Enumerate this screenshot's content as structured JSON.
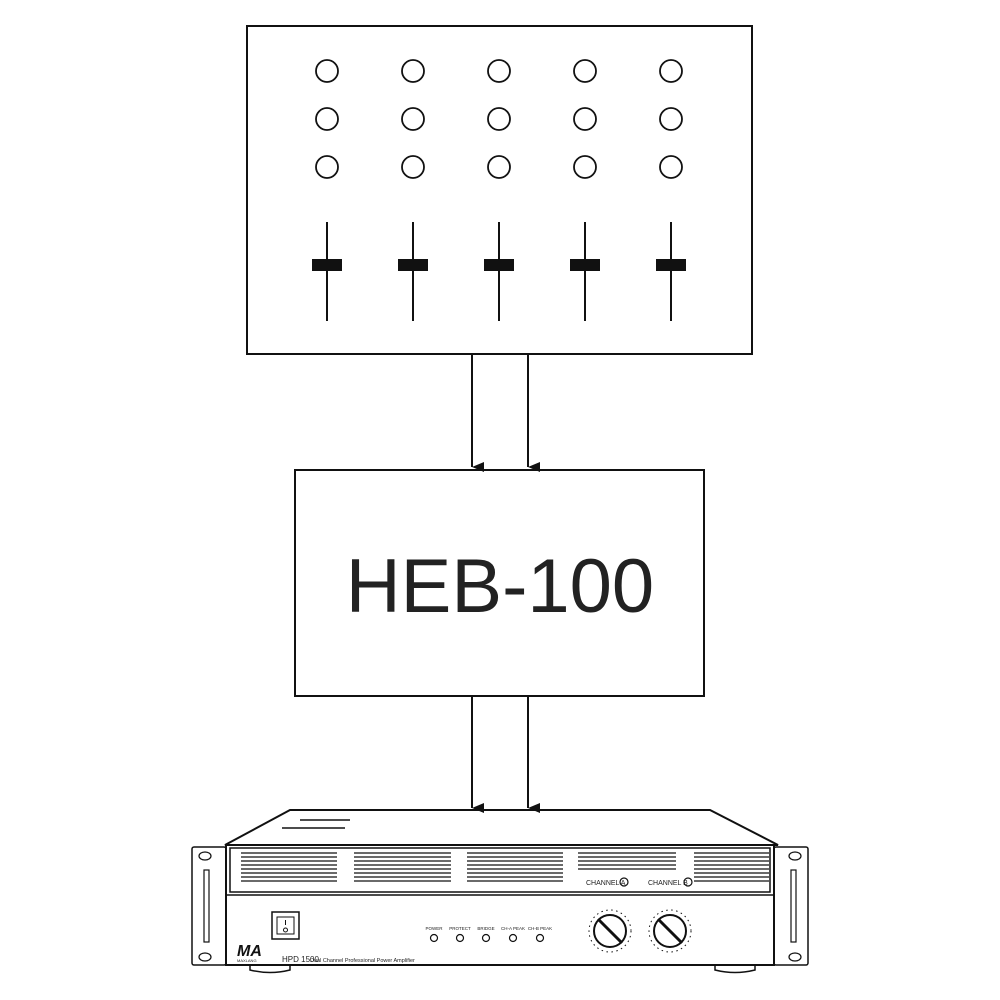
{
  "mixer": {
    "knob_columns": 5,
    "knob_rows": 3,
    "fader_count": 5
  },
  "processor": {
    "label": "HEB-100"
  },
  "amplifier": {
    "channel_a": "CHANNEL A",
    "channel_b": "CHANNEL B",
    "indicators": [
      "POWER",
      "PROTECT",
      "BRIDGE",
      "CH-A PEAK",
      "CH-B PEAK"
    ],
    "logo_text": "MA",
    "logo_subtext": "MAXLANG",
    "model": "HPD 1500",
    "description": "Dual Channel Professional Power Amplifier"
  },
  "colors": {
    "ink": "#111111",
    "background": "#ffffff"
  }
}
